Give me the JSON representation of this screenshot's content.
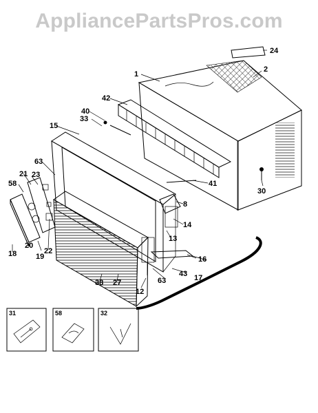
{
  "watermark": "AppliancePartsPros.com",
  "callouts": [
    "24",
    "2",
    "1",
    "42",
    "40",
    "33",
    "15",
    "63",
    "21",
    "23",
    "58",
    "41",
    "30",
    "8",
    "14",
    "13",
    "16",
    "17",
    "43",
    "63",
    "12",
    "27",
    "38",
    "22",
    "19",
    "20",
    "18"
  ],
  "insets": [
    "31",
    "58",
    "32"
  ]
}
